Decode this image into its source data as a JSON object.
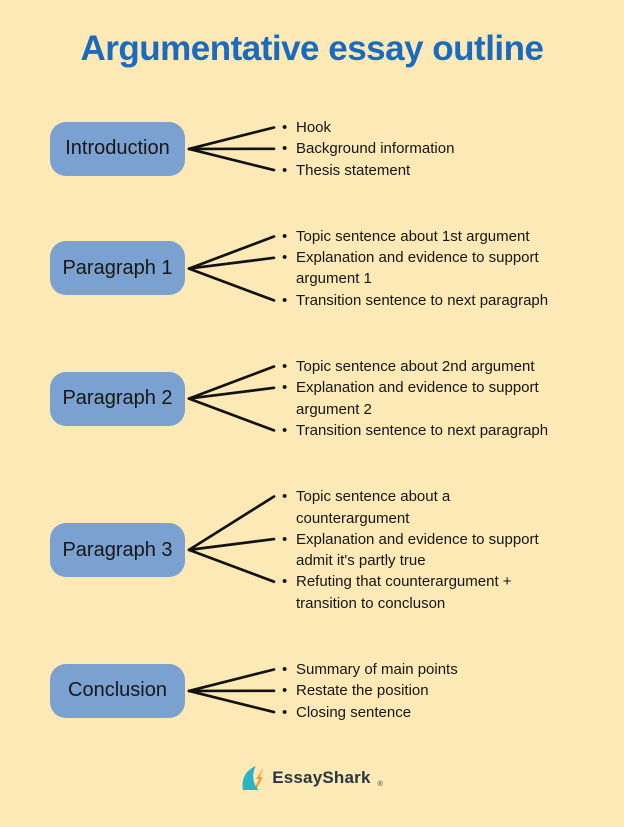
{
  "title": "Argumentative essay outline",
  "colors": {
    "background": "#fce9b6",
    "title": "#1a6bc0",
    "box_fill": "#7ba1d0",
    "box_text": "#171717",
    "bullet_text": "#151515",
    "line": "#121212",
    "logo_teal": "#2ab4c6",
    "logo_orange": "#f7941d",
    "logo_text": "#2b3540"
  },
  "sections": [
    {
      "label": "Introduction",
      "bullets": [
        "Hook",
        "Background information",
        "Thesis statement"
      ]
    },
    {
      "label": "Paragraph 1",
      "bullets": [
        "Topic sentence about 1st argument",
        "Explanation and evidence to support\nargument 1",
        "Transition sentence to next paragraph"
      ]
    },
    {
      "label": "Paragraph 2",
      "bullets": [
        "Topic sentence about 2nd argument",
        "Explanation and evidence to support\nargument 2",
        "Transition sentence to next paragraph"
      ]
    },
    {
      "label": "Paragraph 3",
      "bullets": [
        "Topic sentence about a\ncounterargument",
        "Explanation and evidence to support\nadmit it's partly true",
        "Refuting that counterargument +\ntransition to concluson"
      ]
    },
    {
      "label": "Conclusion",
      "bullets": [
        "Summary of main points",
        "Restate the position",
        "Closing sentence"
      ]
    }
  ],
  "footer": {
    "brand": "EssayShark",
    "registered": "®"
  }
}
